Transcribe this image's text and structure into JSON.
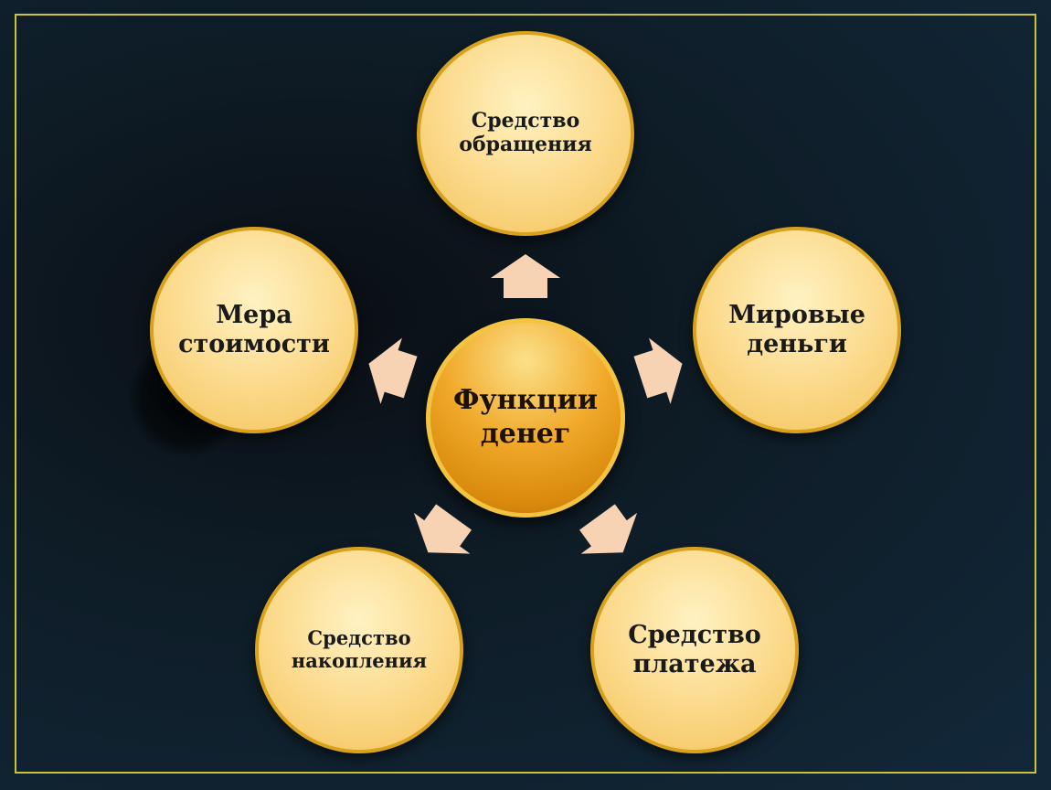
{
  "diagram": {
    "center_label": "Функции\nденег",
    "nodes": {
      "top": "Средство\nобращения",
      "right": "Мировые\nденьги",
      "bottom_right": "Средство\nплатежа",
      "bottom_left": "Средство\nнакопления",
      "left": "Мера\nстоимости"
    }
  },
  "colors": {
    "frame": "#c9c23a",
    "node_fill": "#fbd98a",
    "node_border": "#d9a21c",
    "center_fill": "#f1a92a",
    "arrow_fill": "#f7d3b4"
  },
  "icons": {
    "arrows": "block-arrow"
  }
}
